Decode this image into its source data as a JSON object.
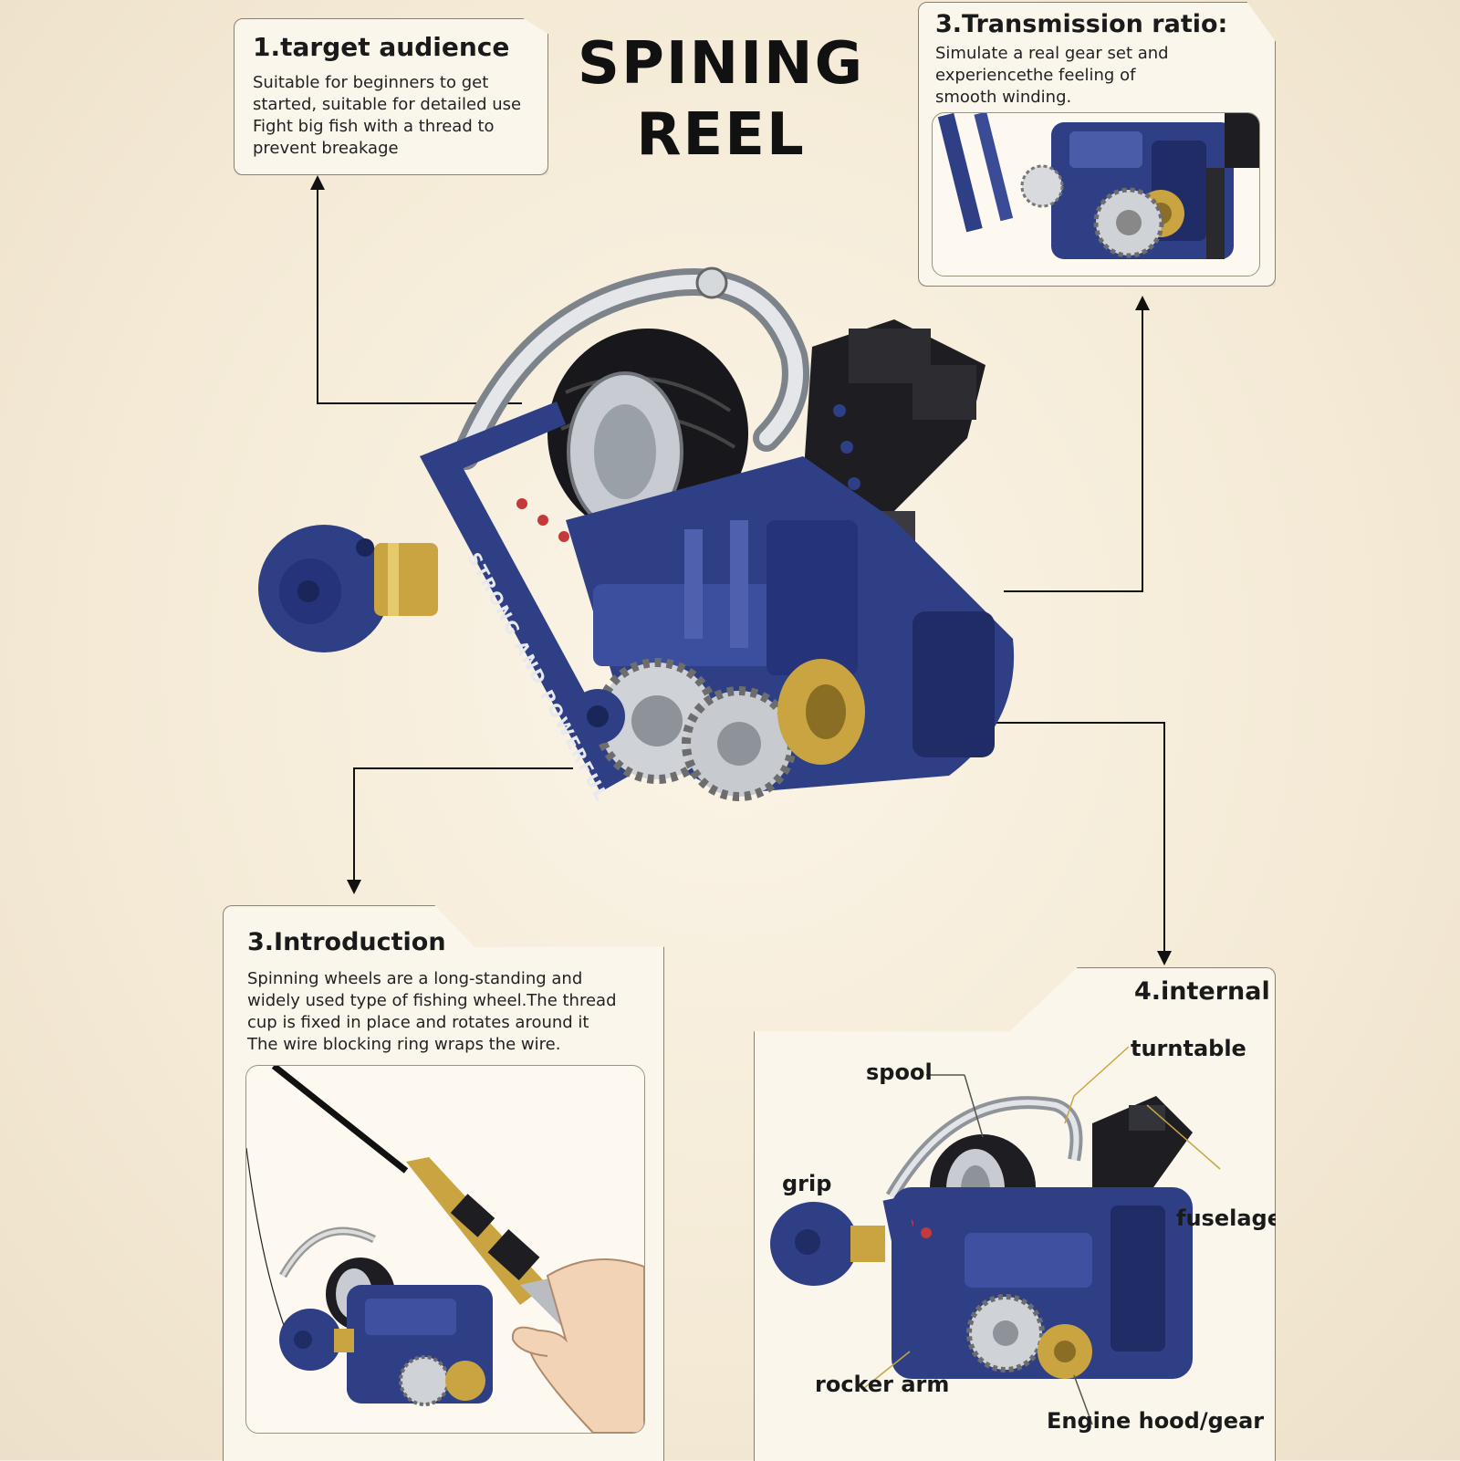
{
  "title": {
    "line1": "SPINING",
    "line2": "REEL"
  },
  "cards": {
    "target": {
      "heading": "1.target audience",
      "lines": [
        "Suitable for beginners to get",
        "started, suitable for detailed use",
        "Fight big fish with a thread to",
        "prevent breakage"
      ]
    },
    "transmission": {
      "heading": "3.Transmission ratio:",
      "lines": [
        "Simulate a real gear set and",
        "experiencethe feeling of",
        "smooth winding."
      ]
    },
    "introduction": {
      "heading": "3.Introduction",
      "lines": [
        "Spinning wheels are a long-standing and",
        "widely used type of fishing wheel.The thread",
        "cup is fixed in place and rotates around it",
        "The wire blocking ring wraps the wire."
      ]
    },
    "internal": {
      "heading": "4.internal",
      "labels": {
        "spool": "spool",
        "turntable": "turntable",
        "grip": "grip",
        "fuselage": "fuselage",
        "rocker_arm": "rocker arm",
        "engine_hood": "Engine hood/gear"
      }
    }
  },
  "product": {
    "arm_text": "STRONG AND POWERFUL"
  },
  "icons": {
    "reel_illustration": "spinning-reel-illustration",
    "gear_closeup": "gear-closeup-illustration",
    "hand_rod": "hand-holding-rod-illustration",
    "reel_small": "small-reel-illustration"
  },
  "colors": {
    "reel_blue": "#2e3f86",
    "reel_dark_blue": "#1f2c66",
    "metal_silver": "#c8ccd2",
    "brass": "#c9a441",
    "black_parts": "#1e1e22",
    "background": "#f6eedd"
  }
}
